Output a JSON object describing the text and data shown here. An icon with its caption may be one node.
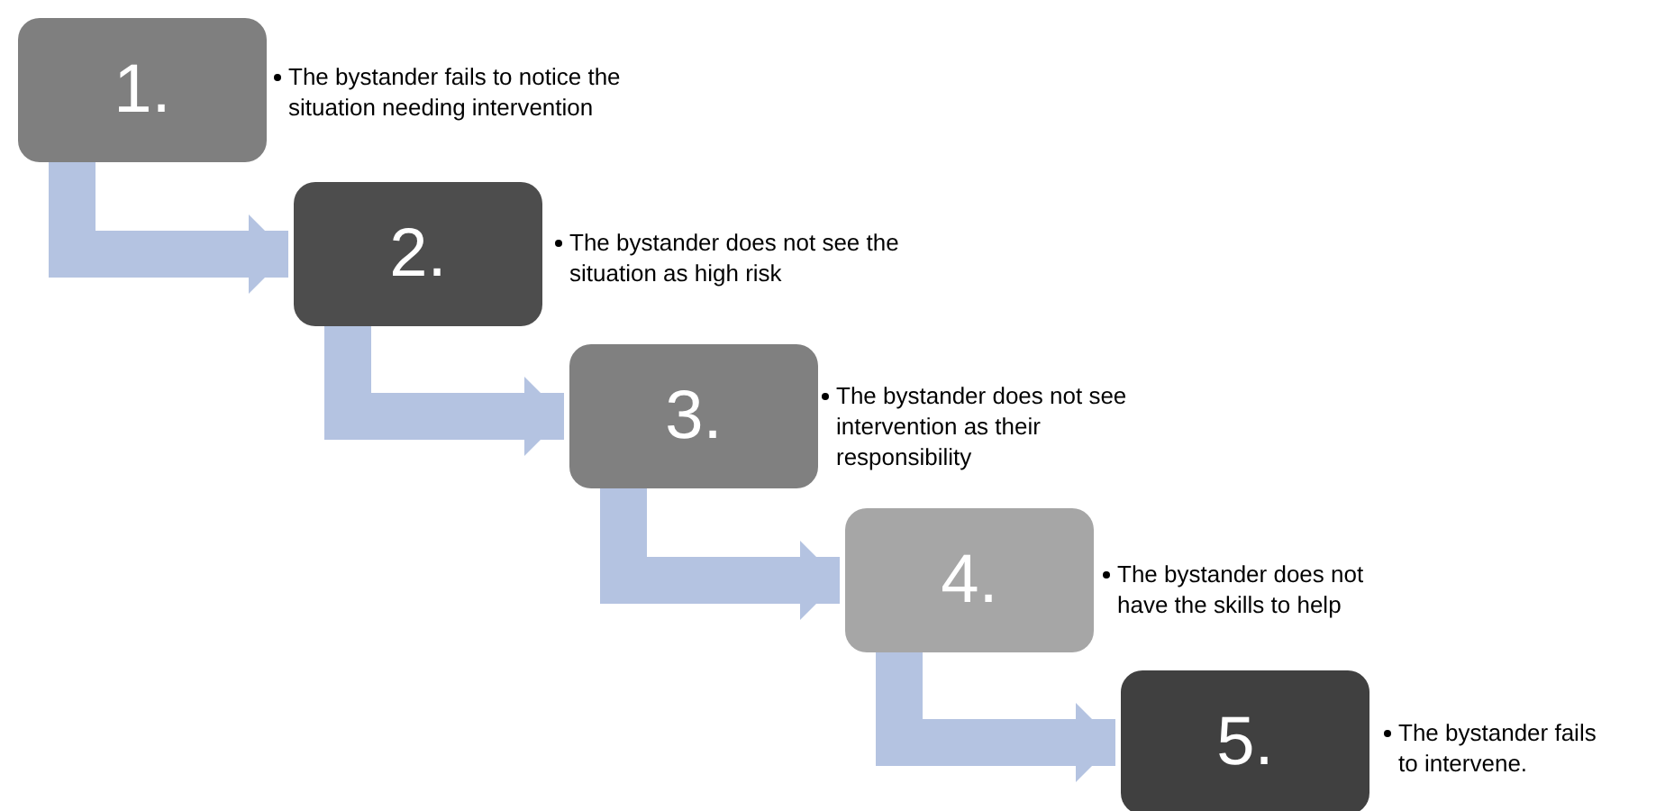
{
  "diagram": {
    "nodes": [
      {
        "text": [
          "1."
        ],
        "beside": [
          "The bystander fails to notice the situation needing intervention"
        ]
      },
      {
        "text": [
          "2."
        ],
        "beside": [
          "The bystander does not see the situation as high risk"
        ]
      },
      {
        "text": [
          "3."
        ],
        "beside": [
          "The bystander does not see intervention as their responsibility"
        ]
      },
      {
        "text": [
          "4."
        ],
        "beside": [
          "The bystander does not have the skills to help"
        ]
      },
      {
        "text": [
          "5."
        ],
        "beside": [
          "The bystander fails to intervene."
        ]
      }
    ],
    "edges": [
      {
        "from": 0,
        "to": 1,
        "arrow": "to"
      },
      {
        "from": 1,
        "to": 2,
        "arrow": "to"
      },
      {
        "from": 2,
        "to": 3,
        "arrow": "to"
      },
      {
        "from": 3,
        "to": 4,
        "arrow": "to"
      }
    ]
  }
}
